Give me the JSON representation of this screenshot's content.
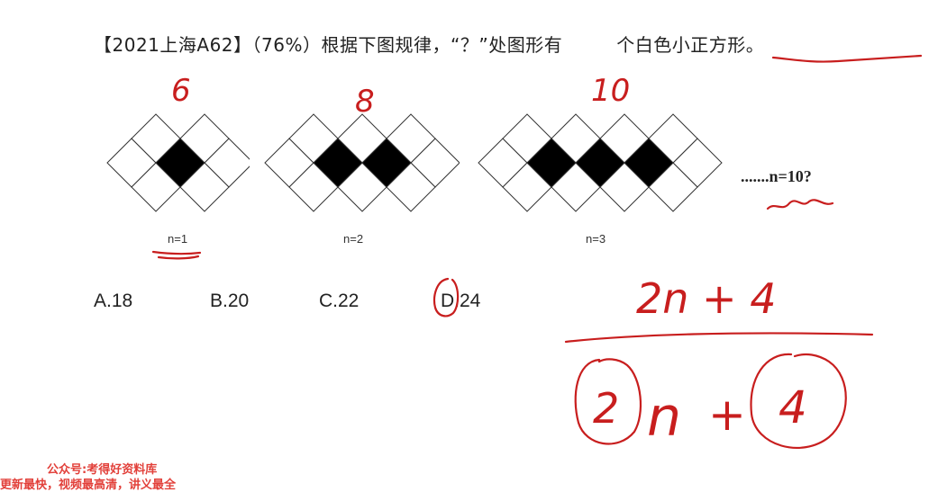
{
  "question": {
    "prefix": "【2021上海A62】（76%）根据下图规律，“？”处图形有",
    "suffix_plain": "个",
    "suffix_underlined": "白色小正方形。"
  },
  "figures": [
    {
      "label": "n=1",
      "black_count": 1
    },
    {
      "label": "n=2",
      "black_count": 2
    },
    {
      "label": "n=3",
      "black_count": 3
    }
  ],
  "continuation": ".......n=10?",
  "options": [
    "A.18",
    "B.20",
    "C.22",
    "D.24"
  ],
  "handwriting": {
    "counts": [
      "6",
      "8",
      "10"
    ],
    "formula_top": "2n + 4",
    "formula_bottom_n": "n",
    "formula_bottom_plus": "+",
    "circled_coef": "2",
    "circled_const": "4"
  },
  "watermark": {
    "line1": "公众号:考得好资料库",
    "line2": "更新最快，视频最高清，讲义最全"
  },
  "colors": {
    "ink": "#c81e1e",
    "watermark": "#e2403a",
    "diamond_fill": "#000000"
  }
}
